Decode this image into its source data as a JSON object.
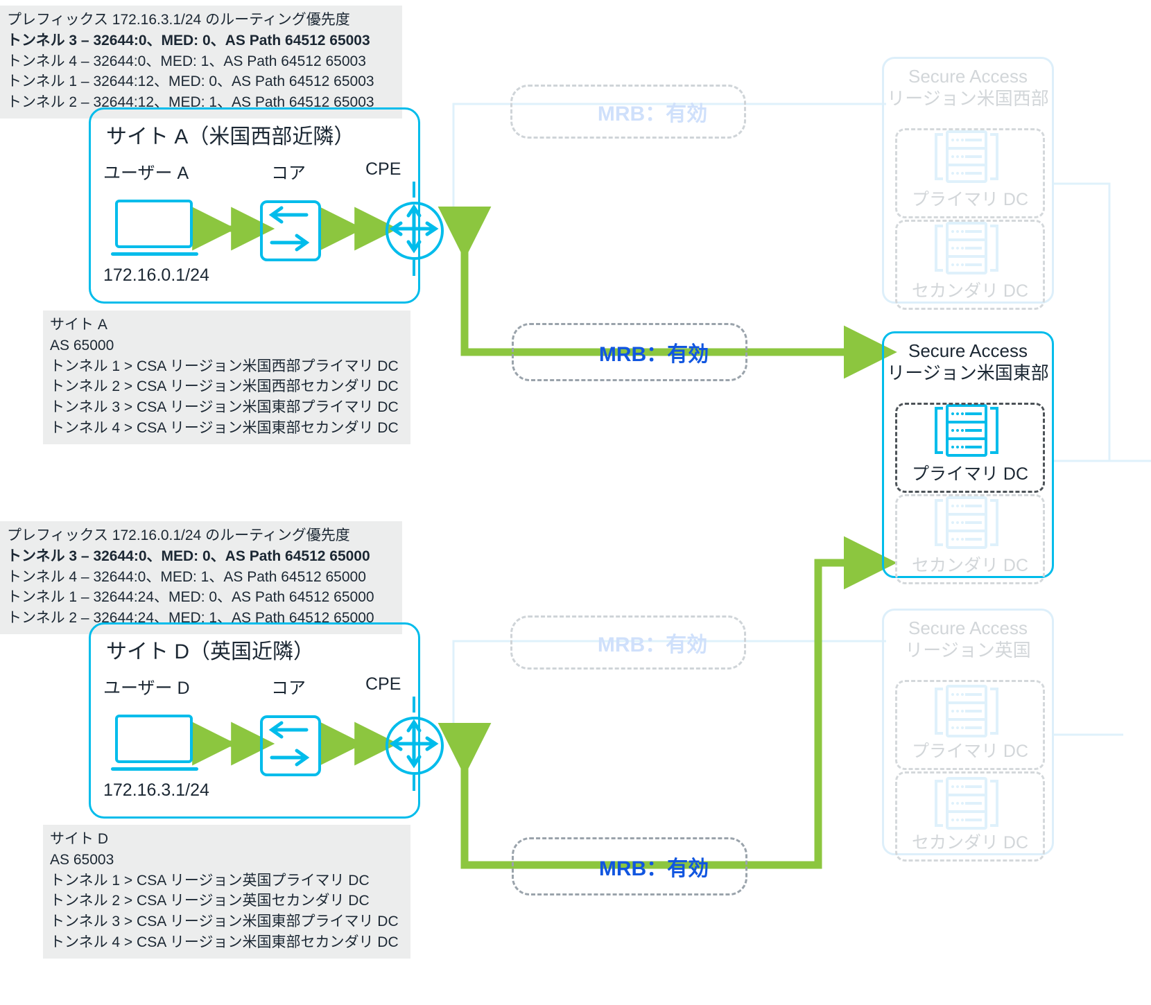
{
  "colors": {
    "cisco_blue": "#00bceb",
    "green": "#8cc63f",
    "mrb_blue": "#1156e0",
    "note_bg": "#eceded",
    "text": "#1b2733",
    "faded_grey": "#d2d6d9"
  },
  "notes": {
    "prefix_a": {
      "header": "プレフィックス 172.16.3.1/24 のルーティング優先度",
      "lines": [
        {
          "text": "トンネル 3 – 32644:0、MED: 0、AS Path 64512 65003",
          "bold": true
        },
        {
          "text": "トンネル 4 – 32644:0、MED: 1、AS Path 64512 65003",
          "bold": false
        },
        {
          "text": "トンネル 1 – 32644:12、MED: 0、AS Path 64512 65003",
          "bold": false
        },
        {
          "text": "トンネル 2 – 32644:12、MED: 1、AS Path 64512 65003",
          "bold": false
        }
      ]
    },
    "site_a": {
      "header": "サイト A",
      "lines": [
        {
          "text": "AS 65000",
          "bold": false
        },
        {
          "text": "トンネル 1 > CSA リージョン米国西部プライマリ DC",
          "bold": false
        },
        {
          "text": "トンネル 2 > CSA リージョン米国西部セカンダリ DC",
          "bold": false
        },
        {
          "text": "トンネル 3 > CSA リージョン米国東部プライマリ DC",
          "bold": false
        },
        {
          "text": "トンネル 4 > CSA リージョン米国東部セカンダリ DC",
          "bold": false
        }
      ]
    },
    "prefix_d": {
      "header": "プレフィックス 172.16.0.1/24 のルーティング優先度",
      "lines": [
        {
          "text": "トンネル 3 – 32644:0、MED: 0、AS Path 64512 65000",
          "bold": true
        },
        {
          "text": "トンネル 4 – 32644:0、MED: 1、AS Path 64512 65000",
          "bold": false
        },
        {
          "text": "トンネル 1 – 32644:24、MED: 0、AS Path 64512 65000",
          "bold": false
        },
        {
          "text": "トンネル 2 – 32644:24、MED: 1、AS Path 64512 65000",
          "bold": false
        }
      ]
    },
    "site_d": {
      "header": "サイト D",
      "lines": [
        {
          "text": "AS 65003",
          "bold": false
        },
        {
          "text": "トンネル 1 > CSA リージョン英国プライマリ DC",
          "bold": false
        },
        {
          "text": "トンネル 2 > CSA リージョン英国セカンダリ DC",
          "bold": false
        },
        {
          "text": "トンネル 3 > CSA リージョン米国東部プライマリ DC",
          "bold": false
        },
        {
          "text": "トンネル 4 > CSA リージョン米国東部セカンダリ DC",
          "bold": false
        }
      ]
    }
  },
  "sites": {
    "a": {
      "title": "サイト A（米国西部近隣）",
      "user_label": "ユーザー A",
      "core_label": "コア",
      "cpe_label": "CPE",
      "subnet": "172.16.0.1/24"
    },
    "d": {
      "title": "サイト D（英国近隣）",
      "user_label": "ユーザー D",
      "core_label": "コア",
      "cpe_label": "CPE",
      "subnet": "172.16.3.1/24"
    }
  },
  "mrb": {
    "a_top": {
      "label": "MRB：有効",
      "active": false
    },
    "a_mid": {
      "label": "MRB：有効",
      "active": true
    },
    "d_top": {
      "label": "MRB：有効",
      "active": false
    },
    "d_bottom": {
      "label": "MRB：有効",
      "active": true
    }
  },
  "regions": {
    "us_west": {
      "title_line1": "Secure Access",
      "title_line2": "リージョン米国西部",
      "primary_dc": "プライマリ DC",
      "secondary_dc": "セカンダリ DC",
      "active": false
    },
    "us_east": {
      "title_line1": "Secure Access",
      "title_line2": "リージョン米国東部",
      "primary_dc": "プライマリ DC",
      "secondary_dc": "セカンダリ DC",
      "active": true
    },
    "uk": {
      "title_line1": "Secure Access",
      "title_line2": "リージョン英国",
      "primary_dc": "プライマリ DC",
      "secondary_dc": "セカンダリ DC",
      "active": false
    }
  }
}
